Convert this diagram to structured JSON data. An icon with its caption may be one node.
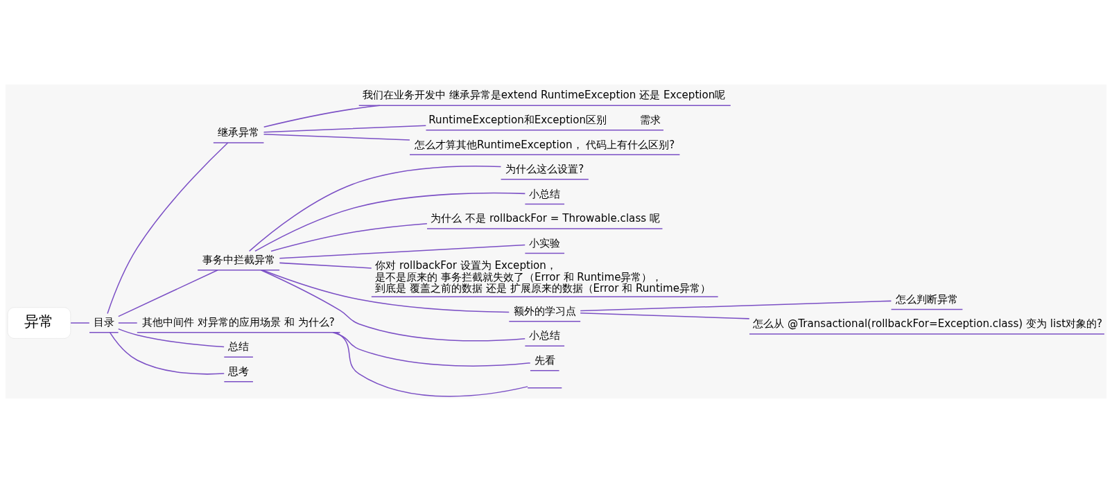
{
  "diagram": {
    "nodes": [
      {
        "text": [
          "异常"
        ]
      },
      {
        "text": [
          "目录"
        ]
      },
      {
        "text": [
          "继承异常"
        ]
      },
      {
        "text": [
          "我们在业务开发中 继承异常是extend RuntimeException 还是 Exception呢"
        ]
      },
      {
        "text": [
          "RuntimeException和Exception区别",
          "需求"
        ]
      },
      {
        "text": [
          "怎么才算其他RuntimeException， 代码上有什么区别?"
        ]
      },
      {
        "text": [
          "事务中拦截异常"
        ]
      },
      {
        "text": [
          "为什么这么设置?"
        ]
      },
      {
        "text": [
          "小总结"
        ]
      },
      {
        "text": [
          "为什么 不是 rollbackFor = Throwable.class 呢"
        ]
      },
      {
        "text": [
          "小实验"
        ]
      },
      {
        "text": [
          "你对 rollbackFor 设置为 Exception，是不是原来的 事务拦截就失效了（Error 和 Runtime异常），到底是 覆盖之前的数据 还是 扩展原来的数据（Error 和 Runtime异常）"
        ]
      },
      {
        "text": [
          "额外的学习点"
        ]
      },
      {
        "text": [
          "怎么判断异常"
        ]
      },
      {
        "text": [
          "怎么从 @Transactional(rollbackFor=Exception.class) 变为 list对象的?"
        ]
      },
      {
        "text": [
          "小总结"
        ]
      },
      {
        "text": [
          "其他中间件 对异常的应用场景 和 为什么?"
        ]
      },
      {
        "text": [
          "先看"
        ]
      },
      {
        "text": [],
        "shape": "bar"
      },
      {
        "text": [
          "总结"
        ]
      },
      {
        "text": [
          "思考"
        ]
      }
    ],
    "edges": [
      {
        "from": 0,
        "to": 1,
        "arrow": "none"
      },
      {
        "from": 1,
        "to": 2,
        "arrow": "none"
      },
      {
        "from": 2,
        "to": 3,
        "arrow": "none"
      },
      {
        "from": 2,
        "to": 4,
        "arrow": "none"
      },
      {
        "from": 2,
        "to": 5,
        "arrow": "none"
      },
      {
        "from": 1,
        "to": 6,
        "arrow": "none"
      },
      {
        "from": 6,
        "to": 7,
        "arrow": "none"
      },
      {
        "from": 6,
        "to": 8,
        "arrow": "none"
      },
      {
        "from": 6,
        "to": 9,
        "arrow": "none"
      },
      {
        "from": 6,
        "to": 10,
        "arrow": "none"
      },
      {
        "from": 6,
        "to": 11,
        "arrow": "none"
      },
      {
        "from": 6,
        "to": 12,
        "arrow": "none"
      },
      {
        "from": 12,
        "to": 13,
        "arrow": "none"
      },
      {
        "from": 12,
        "to": 14,
        "arrow": "none"
      },
      {
        "from": 6,
        "to": 15,
        "arrow": "none"
      },
      {
        "from": 1,
        "to": 16,
        "arrow": "none"
      },
      {
        "from": 16,
        "to": 17,
        "arrow": "none"
      },
      {
        "from": 16,
        "to": 18,
        "arrow": "none"
      },
      {
        "from": 1,
        "to": 19,
        "arrow": "none"
      },
      {
        "from": 1,
        "to": 20,
        "arrow": "none"
      }
    ]
  }
}
